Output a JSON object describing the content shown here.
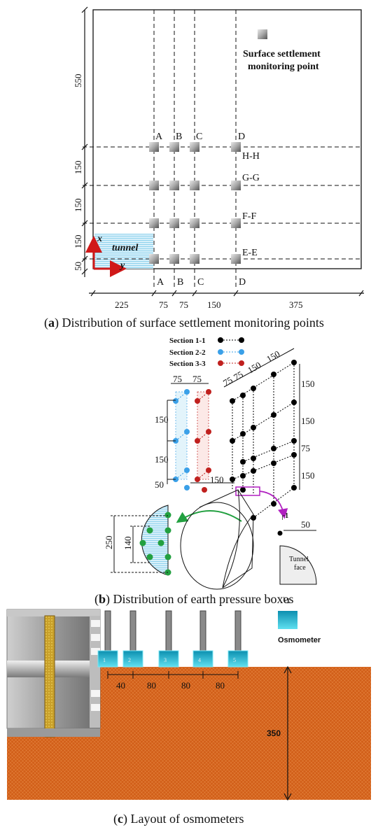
{
  "panel_a": {
    "caption_letter": "a",
    "caption_text": "Distribution of surface settlement monitoring points",
    "legend_line1": "Surface settlement",
    "legend_line2": "monitoring point",
    "tunnel_label": "tunnel",
    "axis_x": "x",
    "axis_y": "y",
    "columns": [
      "A",
      "B",
      "C",
      "D"
    ],
    "rows": [
      "H-H",
      "G-G",
      "F-F",
      "E-E"
    ],
    "vertical_dims": [
      "550",
      "150",
      "150",
      "150",
      "50"
    ],
    "horizontal_dims": [
      "225",
      "75",
      "75",
      "150",
      "375"
    ]
  },
  "panel_b": {
    "caption_letter": "b",
    "caption_text": "Distribution of earth pressure boxes",
    "sections": [
      {
        "label": "Section 1-1",
        "color": "#000000"
      },
      {
        "label": "Section 2-2",
        "color": "#3aa0e8"
      },
      {
        "label": "Section 3-3",
        "color": "#c0201e"
      }
    ],
    "left_top_dims": [
      "75",
      "75"
    ],
    "left_side_dims": [
      "150",
      "150",
      "50"
    ],
    "bottom_dim": "150",
    "right_top_dims": [
      "75",
      "75",
      "150",
      "150"
    ],
    "right_side_dims": [
      "150",
      "150",
      "75",
      "150"
    ],
    "face_dims": [
      "250",
      "140"
    ],
    "section_mark_top": "1",
    "section_mark_bottom": "1",
    "detail_dim": "50",
    "detail_label_line1": "Tunnel",
    "detail_label_line2": "face",
    "pressure_box_color": "#22a040"
  },
  "panel_c": {
    "caption_letter": "c",
    "caption_text": "Layout of osmometers",
    "legend_label": "Osmometer",
    "osmometer_ids": [
      "1",
      "2",
      "3",
      "4",
      "5"
    ],
    "spacing_dims": [
      "40",
      "80",
      "80",
      "80"
    ],
    "depth_dim": "350",
    "soil_color": "#d2601a",
    "osmometer_color": "#1ab8d0"
  }
}
